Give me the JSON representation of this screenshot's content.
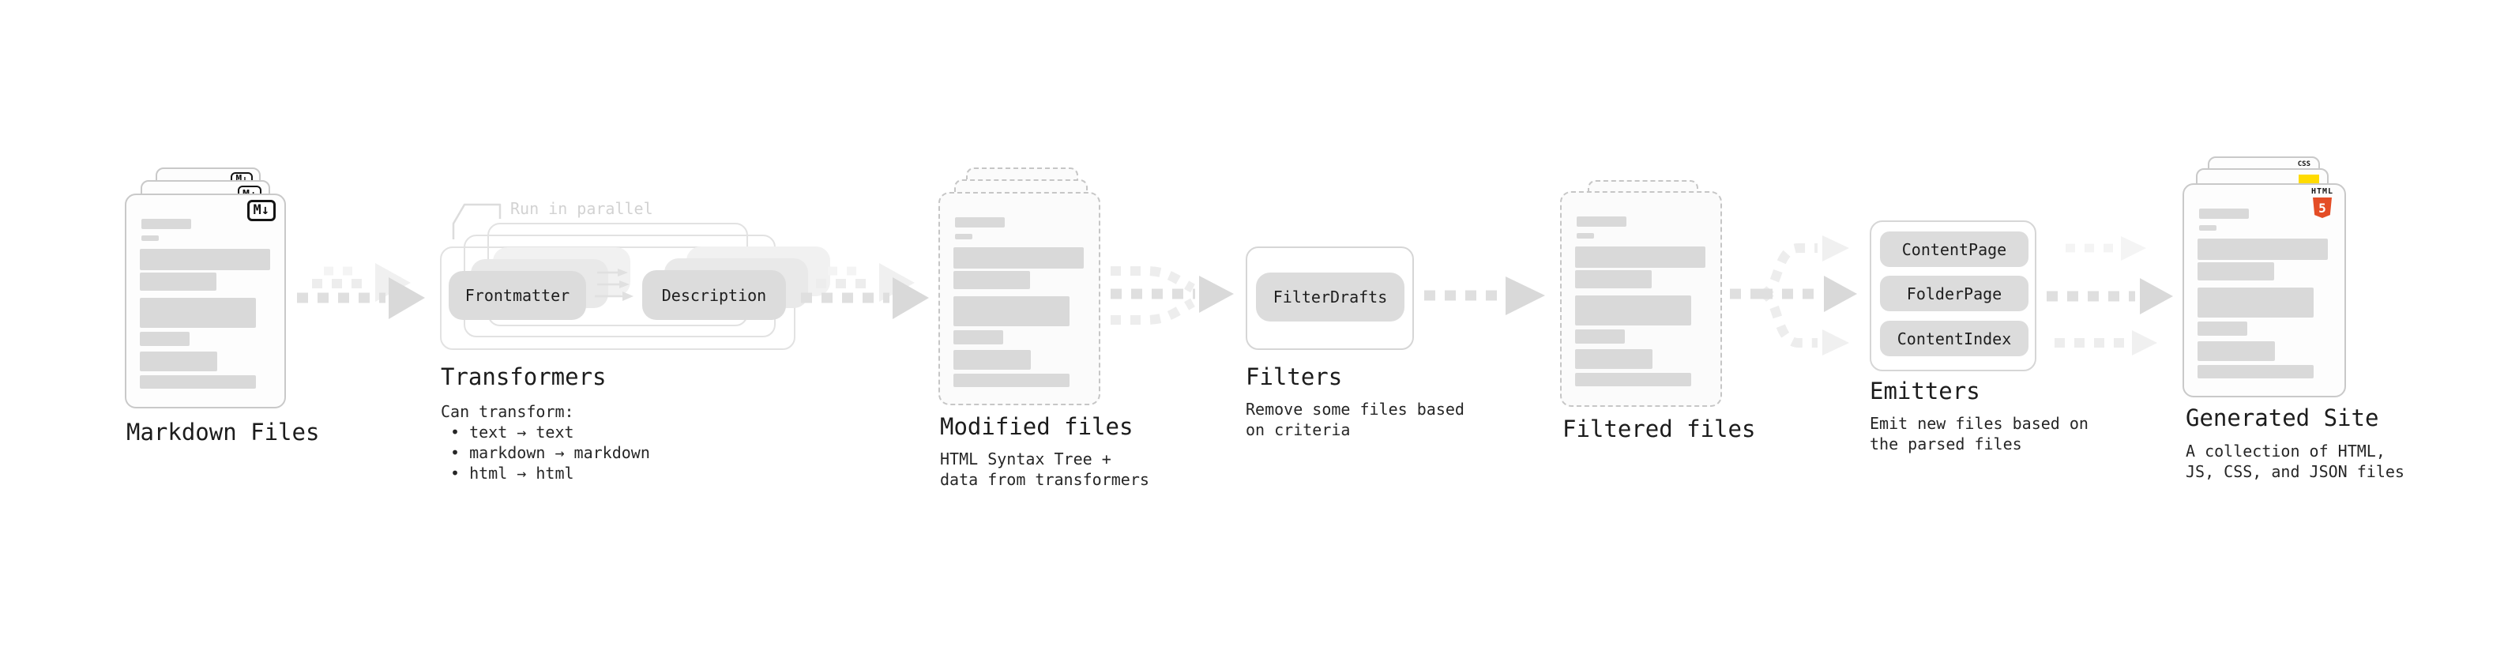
{
  "annotation": {
    "text": "Run in parallel"
  },
  "icons": {
    "markdown": "M↓",
    "html_word": "HTML",
    "html_number": "5",
    "css": "CSS"
  },
  "colors": {
    "html5_orange": "#e44d26",
    "js_yellow": "#ffdb00",
    "css_blue": "#2f6bf2",
    "arrow_gray": "#d9d9d9",
    "skeleton_gray": "#d9d9d9"
  },
  "stages": {
    "markdown": {
      "label": "Markdown Files"
    },
    "transformers": {
      "label": "Transformers",
      "desc1": "Can transform:",
      "bullet1": "• text → text",
      "bullet2": "• markdown → markdown",
      "bullet3": "• html → html",
      "chip1": "Frontmatter",
      "chip2": "Description"
    },
    "modified": {
      "label": "Modified files",
      "desc1": "HTML Syntax Tree +",
      "desc2": "data from transformers"
    },
    "filters": {
      "label": "Filters",
      "desc1": "Remove some files based",
      "desc2": "on criteria",
      "chip1": "FilterDrafts"
    },
    "filtered": {
      "label": "Filtered files"
    },
    "emitters": {
      "label": "Emitters",
      "desc1": "Emit new files based on",
      "desc2": "the parsed files",
      "chip1": "ContentPage",
      "chip2": "FolderPage",
      "chip3": "ContentIndex"
    },
    "generated": {
      "label": "Generated Site",
      "desc1": "A collection of HTML,",
      "desc2": "JS, CSS, and JSON files"
    }
  }
}
